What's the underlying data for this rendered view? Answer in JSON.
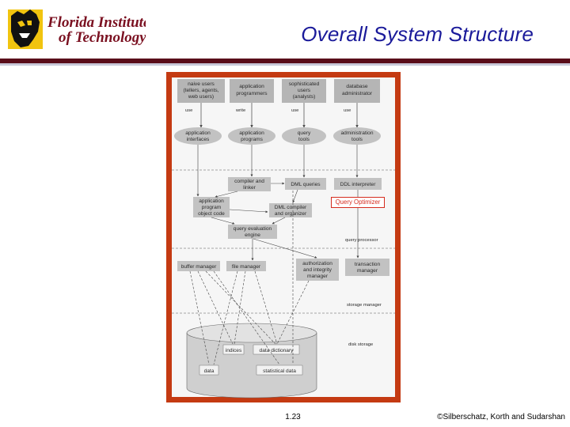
{
  "slide": {
    "title": "Overall System Structure",
    "page_number": "1.23",
    "copyright": "©Silberschatz, Korth and Sudarshan"
  },
  "logo": {
    "line1": "Florida Institute",
    "line2": "of Technology"
  },
  "diagram": {
    "users": [
      {
        "id": "naive",
        "lines": [
          "naive users",
          "(tellers, agents,",
          "web users)"
        ],
        "action": "use"
      },
      {
        "id": "programmers",
        "lines": [
          "application",
          "programmers"
        ],
        "action": "write"
      },
      {
        "id": "sophisticated",
        "lines": [
          "sophisticated",
          "users",
          "(analysts)"
        ],
        "action": "use"
      },
      {
        "id": "dba",
        "lines": [
          "database",
          "administrator"
        ],
        "action": "use"
      }
    ],
    "tools": [
      {
        "id": "interfaces",
        "lines": [
          "application",
          "interfaces"
        ]
      },
      {
        "id": "programs",
        "lines": [
          "application",
          "programs"
        ]
      },
      {
        "id": "query-tools",
        "lines": [
          "query",
          "tools"
        ]
      },
      {
        "id": "admin-tools",
        "lines": [
          "administration",
          "tools"
        ]
      }
    ],
    "components": {
      "compiler_linker": [
        "compiler and",
        "linker"
      ],
      "dml_queries": [
        "DML queries"
      ],
      "ddl_interpreter": [
        "DDL interpreter"
      ],
      "object_code": [
        "application",
        "program",
        "object code"
      ],
      "dml_compiler": [
        "DML compiler",
        "and organizer"
      ],
      "query_engine": [
        "query evaluation",
        "engine"
      ],
      "buffer_manager": [
        "buffer manager"
      ],
      "file_manager": [
        "file manager"
      ],
      "auth_manager": [
        "authorization",
        "and integrity",
        "manager"
      ],
      "transaction_manager": [
        "transaction",
        "manager"
      ]
    },
    "storage_items": {
      "indices": "indices",
      "data_dictionary": "data dictionary",
      "data": "data",
      "statistical_data": "statistical data"
    },
    "layer_labels": {
      "query_processor": "query processor",
      "storage_manager": "storage manager",
      "disk_storage": "disk storage"
    },
    "annotation": "Query Optimizer"
  },
  "colors": {
    "title": "#1a1a9a",
    "frame": "#c43a12",
    "annotation": "#d52b1e",
    "rule_dark": "#5a0d1a",
    "rule_light": "#c8c8d8"
  }
}
